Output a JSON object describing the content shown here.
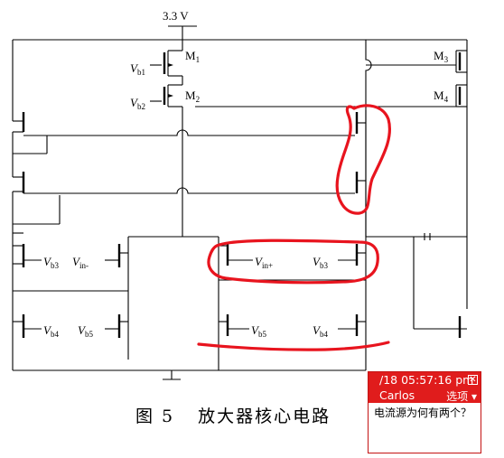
{
  "schematic": {
    "supply_label": "3.3 V",
    "transistors": {
      "m1": "M",
      "m1_sub": "1",
      "m2": "M",
      "m2_sub": "2",
      "m3": "M",
      "m3_sub": "3",
      "m4": "M",
      "m4_sub": "4"
    },
    "bias_labels": {
      "vb1": "V",
      "vb1_sub": "b1",
      "vb2": "V",
      "vb2_sub": "b2",
      "vb3_left": "V",
      "vb3_left_sub": "b3",
      "vin_minus": "V",
      "vin_minus_sub": "in-",
      "vin_plus": "V",
      "vin_plus_sub": "in+",
      "vb3_right": "V",
      "vb3_right_sub": "b3",
      "vb4_left": "V",
      "vb4_left_sub": "b4",
      "vb5_left": "V",
      "vb5_left_sub": "b5",
      "vb5_right": "V",
      "vb5_right_sub": "b5",
      "vb4_right": "V",
      "vb4_right_sub": "b4"
    },
    "annotation_color": "#e8141e"
  },
  "caption": {
    "figure_number": "图 5",
    "title": "放大器核心电路"
  },
  "comment_popup": {
    "timestamp": "/18 05:57:16 pm",
    "author": "Carlos",
    "options_label": "选项",
    "options_arrow": "▾",
    "close_glyph": "✕",
    "text": "电流源为何有两个？",
    "header_color": "#e01c1c"
  }
}
